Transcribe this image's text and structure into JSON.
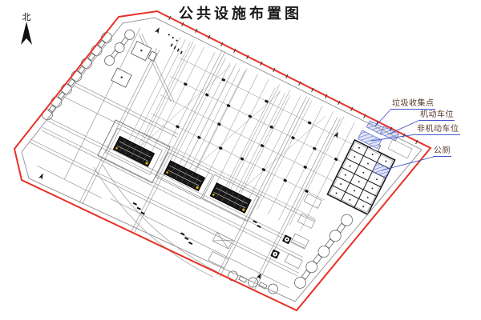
{
  "title": "公共设施布置图",
  "compass": {
    "label": "北"
  },
  "annotations": {
    "garbage": "垃圾收集点",
    "motor_parking": "机动车位",
    "non_motor_parking": "非机动车位",
    "public_toilet": "公厕"
  },
  "colors": {
    "boundary_red": "#e63228",
    "inner_boundary_gray": "#999999",
    "leader_blue": "#4455cc",
    "hatch_fill_blue": "#dfe3f5",
    "annotation_text": "#5a3a2e",
    "drawing_lines": "#8a8a8a",
    "building_dark": "#181818",
    "marker_yellow": "#edb900"
  }
}
